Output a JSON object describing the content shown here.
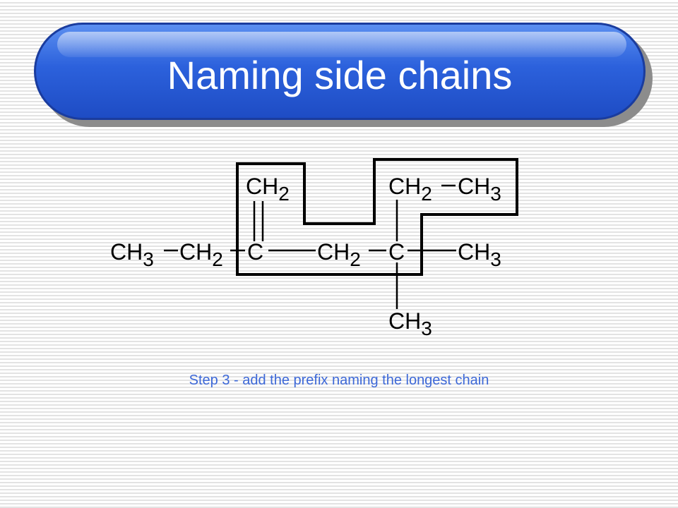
{
  "slide": {
    "title": "Naming side chains",
    "caption": "Step 3 - add the prefix naming the longest chain"
  },
  "molecule": {
    "atoms": [
      {
        "id": "ch2-top-left",
        "base": "CH",
        "sub": "2"
      },
      {
        "id": "ch2-top-right",
        "base": "CH",
        "sub": "2"
      },
      {
        "id": "ch3-top-right",
        "base": "CH",
        "sub": "3"
      },
      {
        "id": "ch3-left",
        "base": "CH",
        "sub": "3"
      },
      {
        "id": "ch2-left",
        "base": "CH",
        "sub": "2"
      },
      {
        "id": "c-double",
        "base": "C",
        "sub": ""
      },
      {
        "id": "ch2-mid",
        "base": "CH",
        "sub": "2"
      },
      {
        "id": "c-quat",
        "base": "C",
        "sub": ""
      },
      {
        "id": "ch3-right",
        "base": "CH",
        "sub": "3"
      },
      {
        "id": "ch3-bottom",
        "base": "CH",
        "sub": "3"
      }
    ]
  },
  "colors": {
    "title_bar": "#2c61dc",
    "caption": "#3c68d8",
    "structure": "#000000"
  }
}
